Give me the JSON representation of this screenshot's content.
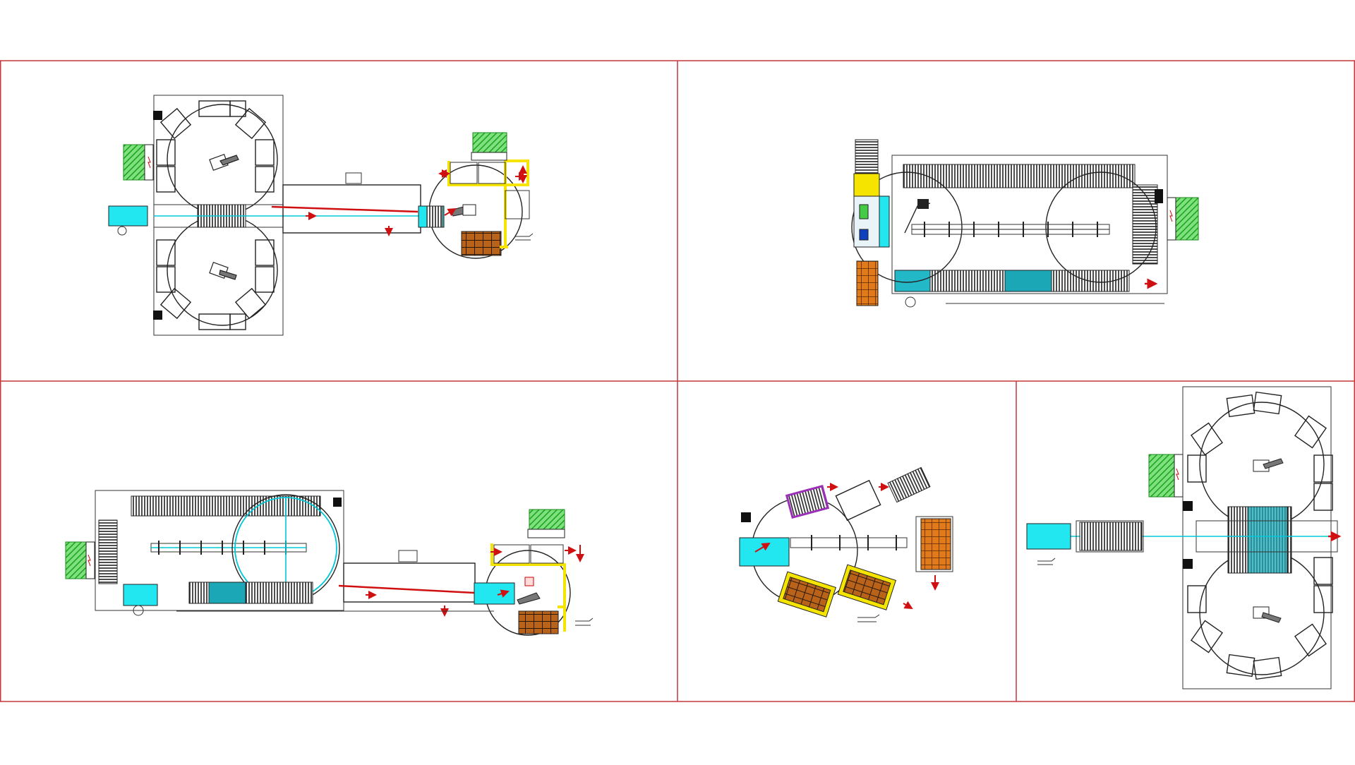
{
  "sheet": {
    "colors": {
      "frame": "#c8373b",
      "line": "#222222",
      "cyan": "#22e6f0",
      "yellow": "#f5e400",
      "green_hatch": "#33cc33",
      "arrow_red": "#d01010",
      "orange": "#e07a1a",
      "purple": "#9b2fb8"
    },
    "panels": [
      {
        "id": "A",
        "icons": [
          "robot-cell-icon",
          "conveyor-icon",
          "pallet-icon",
          "electrical-cabinet-icon"
        ]
      },
      {
        "id": "B",
        "icons": [
          "robot-reach-circle-icon",
          "gantry-icon",
          "conveyor-icon",
          "electrical-cabinet-icon"
        ]
      },
      {
        "id": "C",
        "icons": [
          "gantry-icon",
          "conveyor-icon",
          "pallet-icon",
          "electrical-cabinet-icon"
        ]
      },
      {
        "id": "D",
        "icons": [
          "robot-reach-circle-icon",
          "pallet-icon",
          "conveyor-icon"
        ]
      },
      {
        "id": "E",
        "icons": [
          "robot-cell-icon",
          "conveyor-icon",
          "electrical-cabinet-icon"
        ]
      }
    ]
  }
}
